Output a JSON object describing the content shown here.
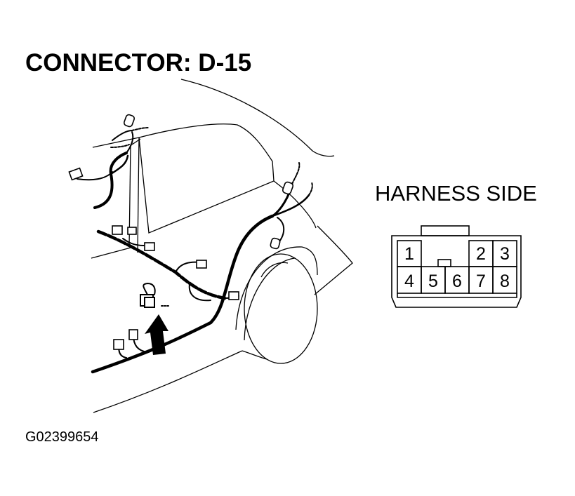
{
  "title": "CONNECTOR: D-15",
  "harness_side_label": "HARNESS SIDE",
  "figure_id": "G02399654",
  "connector": {
    "top_row_pins": [
      "1",
      "2",
      "3"
    ],
    "bottom_row_pins": [
      "4",
      "5",
      "6",
      "7",
      "8"
    ]
  },
  "icons": [
    "car-body-outline",
    "wire-harness",
    "locator-arrow-icon"
  ]
}
